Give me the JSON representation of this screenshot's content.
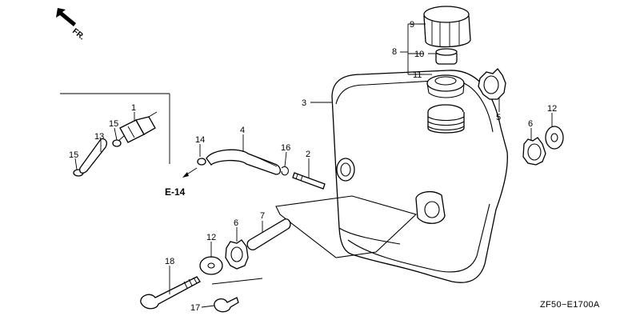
{
  "diagram": {
    "direction_label": "FR.",
    "reference_label": "E-14",
    "drawing_code": "ZF50−E1700A",
    "callouts": {
      "c1": "1",
      "c2": "2",
      "c3": "3",
      "c4": "4",
      "c5": "5",
      "c6a": "6",
      "c6b": "6",
      "c7": "7",
      "c8": "8",
      "c9": "9",
      "c10": "10",
      "c11": "11",
      "c12a": "12",
      "c12b": "12",
      "c13": "13",
      "c14": "14",
      "c15a": "15",
      "c15b": "15",
      "c16": "16",
      "c17": "17",
      "c18": "18"
    }
  }
}
